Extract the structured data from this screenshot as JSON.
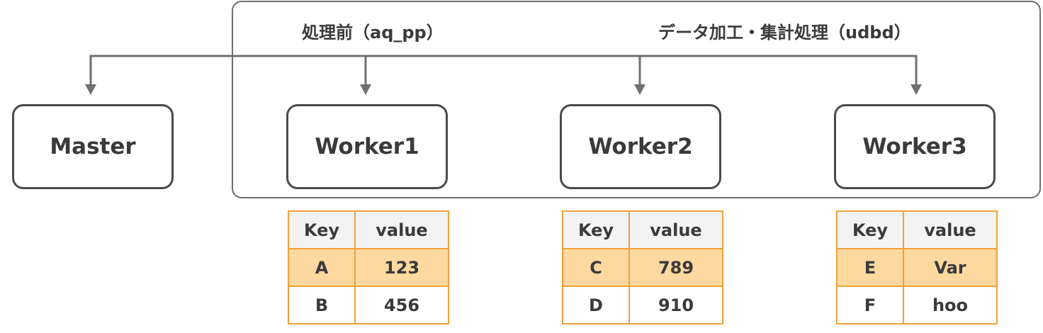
{
  "phases": {
    "preprocess": "処理前（aq_pp）",
    "aggregate": "データ加工・集計処理（udbd）"
  },
  "nodes": {
    "master": "Master",
    "worker1": "Worker1",
    "worker2": "Worker2",
    "worker3": "Worker3"
  },
  "tables": {
    "worker1": {
      "header_key": "Key",
      "header_value": "value",
      "rows": [
        {
          "key": "A",
          "value": "123"
        },
        {
          "key": "B",
          "value": "456"
        }
      ]
    },
    "worker2": {
      "header_key": "Key",
      "header_value": "value",
      "rows": [
        {
          "key": "C",
          "value": "789"
        },
        {
          "key": "D",
          "value": "910"
        }
      ]
    },
    "worker3": {
      "header_key": "Key",
      "header_value": "value",
      "rows": [
        {
          "key": "E",
          "value": "Var"
        },
        {
          "key": "F",
          "value": "hoo"
        }
      ]
    }
  },
  "colors": {
    "frame": "#6e6e6e",
    "node_border": "#4a4a4a",
    "arrow": "#707070",
    "table_border": "#f0a13a",
    "table_highlight": "#fdd9a0",
    "table_header": "#f3f3f3",
    "text": "#3a3a3a"
  }
}
